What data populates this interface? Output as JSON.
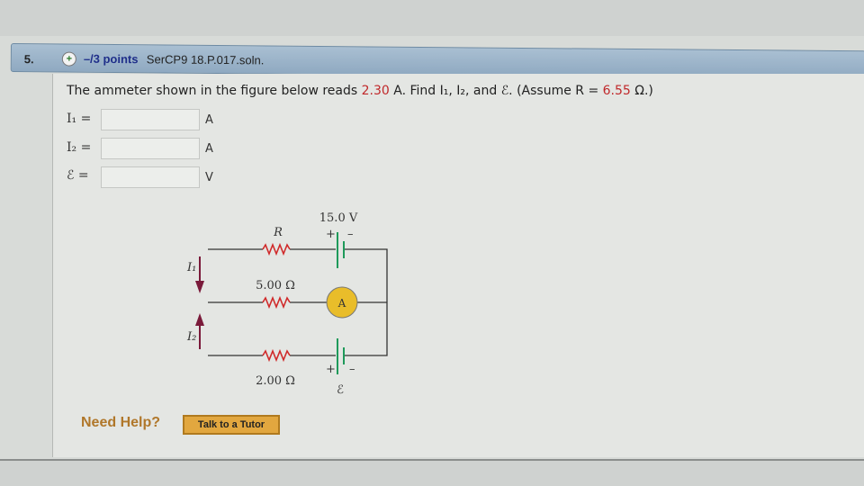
{
  "question": {
    "number": "5.",
    "points": "–/3 points",
    "code": "SerCP9 18.P.017.soln.",
    "text_pre": "The ammeter shown in the figure below reads ",
    "ammeter_reading": "2.30",
    "text_mid": " A. Find I₁, I₂, and ℰ. (Assume R = ",
    "r_value": "6.55",
    "text_post": " Ω.)"
  },
  "answers": [
    {
      "label": "I₁ =",
      "unit": "A",
      "value": ""
    },
    {
      "label": "I₂ =",
      "unit": "A",
      "value": ""
    },
    {
      "label": "ℰ =",
      "unit": "V",
      "value": ""
    }
  ],
  "figure": {
    "battery_top": "15.0 V",
    "r_label": "R",
    "r_mid": "5.00 Ω",
    "r_bottom": "2.00 Ω",
    "ammeter": "A",
    "emf": "ℰ",
    "i1": "I₁",
    "i2": "I₂",
    "plus": "+",
    "minus": "–"
  },
  "help": {
    "label": "Need Help?",
    "tutor_button": "Talk to a Tutor"
  }
}
